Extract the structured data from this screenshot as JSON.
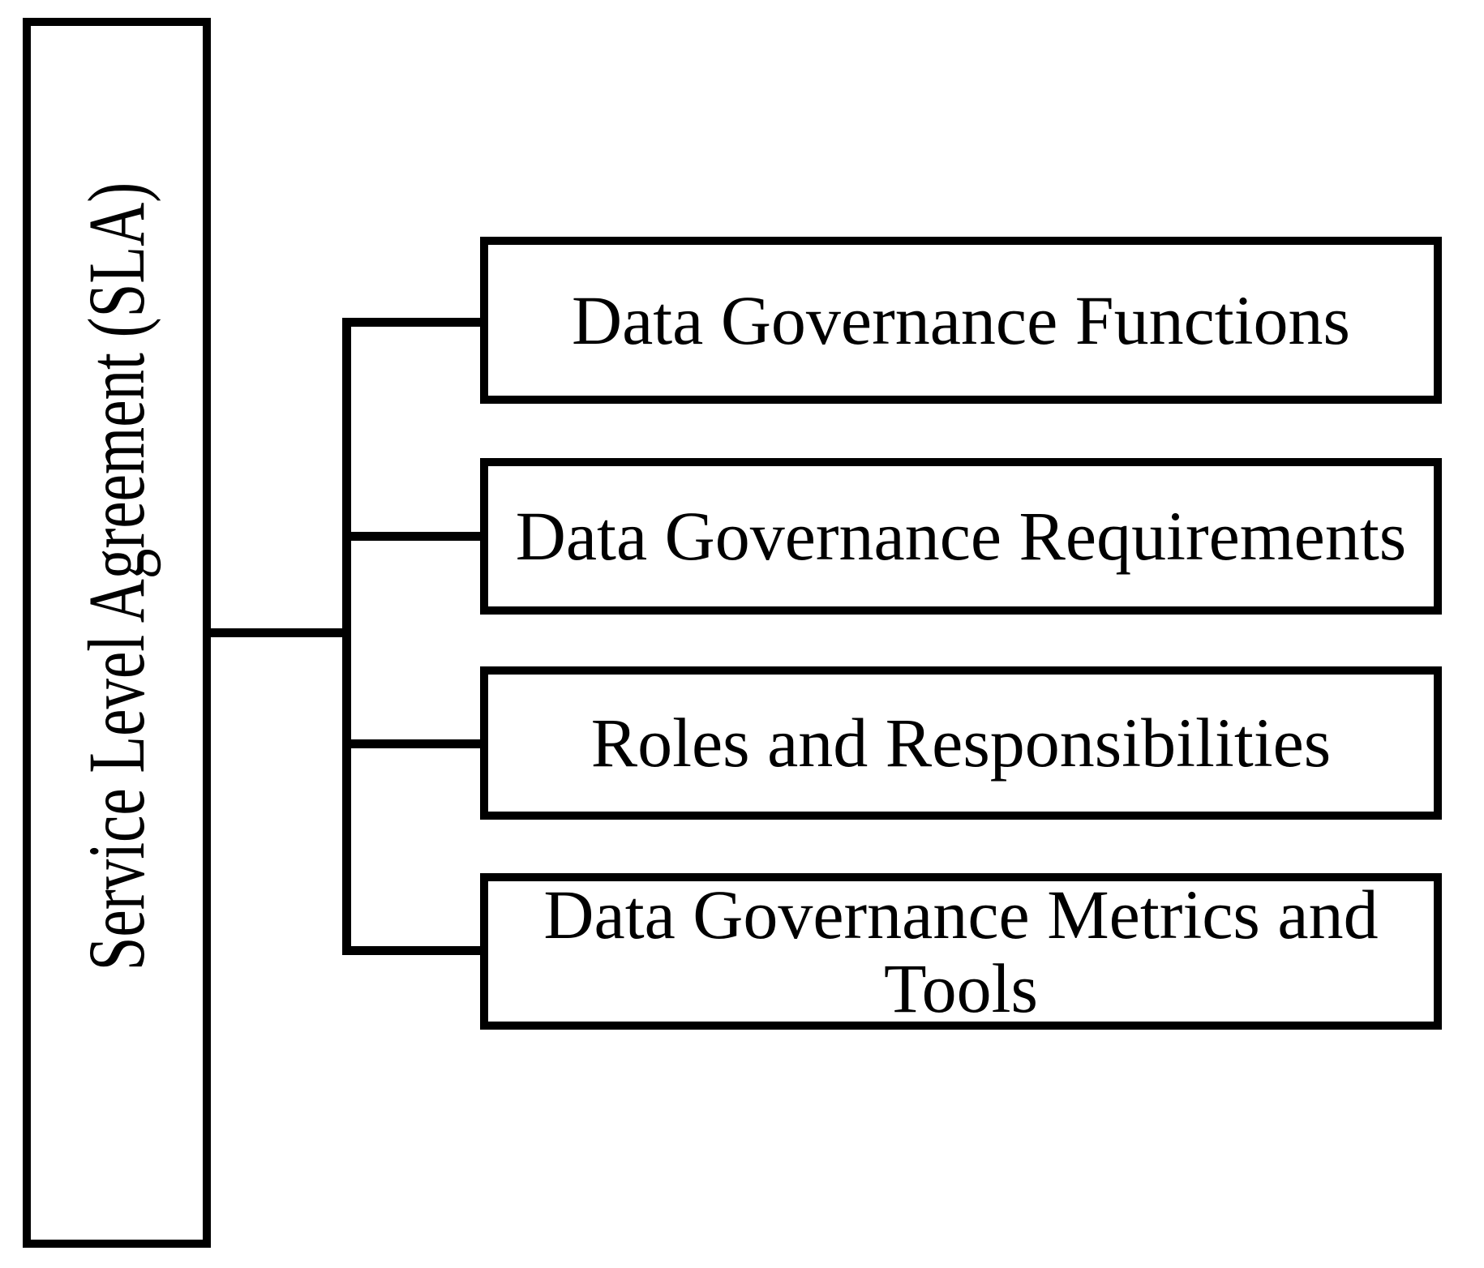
{
  "diagram": {
    "type": "hierarchy",
    "root": {
      "label": "Service Level Agreement (SLA)",
      "orientation": "rotated-90-ccw"
    },
    "children": [
      {
        "label": "Data Governance Functions"
      },
      {
        "label": "Data Governance Requirements"
      },
      {
        "label": "Roles and Responsibilities"
      },
      {
        "label": "Data Governance Metrics and Tools"
      }
    ],
    "colors": {
      "line": "#000000",
      "text": "#000000",
      "background": "#ffffff"
    }
  }
}
